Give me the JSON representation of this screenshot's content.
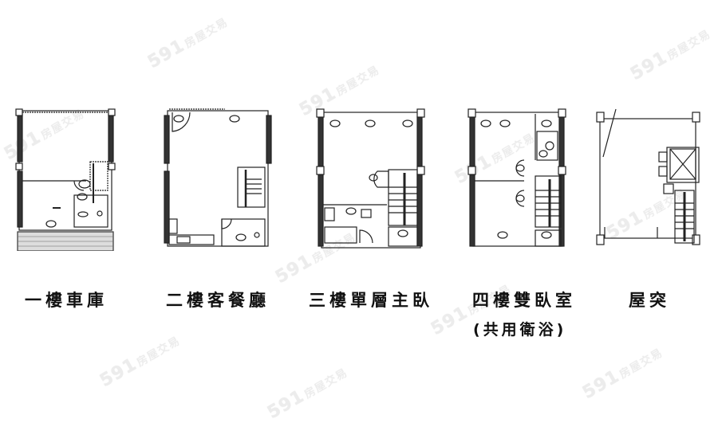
{
  "watermark": {
    "brand_number": "591",
    "brand_text": "房屋交易"
  },
  "floor_plans": [
    {
      "id": "1f",
      "caption": "一樓車庫",
      "subcaption": ""
    },
    {
      "id": "2f",
      "caption": "二樓客餐廳",
      "subcaption": ""
    },
    {
      "id": "3f",
      "caption": "三樓單層主臥",
      "subcaption": ""
    },
    {
      "id": "4f",
      "caption": "四樓雙臥室",
      "subcaption": "(共用衛浴)"
    },
    {
      "id": "roof",
      "caption": "屋突",
      "subcaption": ""
    }
  ],
  "colors": {
    "line": "#222222",
    "background": "#ffffff",
    "watermark": "#ececec"
  }
}
